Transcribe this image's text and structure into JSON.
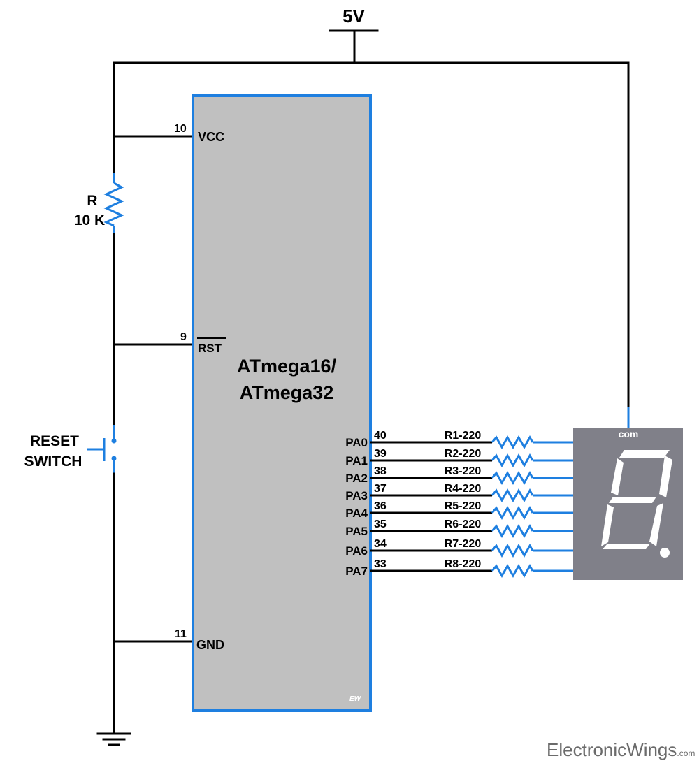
{
  "supply_label": "5V",
  "mcu": {
    "name_line1": "ATmega16/",
    "name_line2": "ATmega32",
    "watermark": "EW",
    "body_color": "#c0c0c0",
    "border_color": "#1e7fe0",
    "vcc": {
      "pin": "10",
      "label": "VCC"
    },
    "rst": {
      "pin": "9",
      "label": "RST"
    },
    "gnd": {
      "pin": "11",
      "label": "GND"
    }
  },
  "pull_up": {
    "name": "R",
    "value": "10 K"
  },
  "reset_switch": {
    "line1": "RESET",
    "line2": "SWITCH"
  },
  "port_rows": [
    {
      "port": "PA0",
      "pin": "40",
      "resistor": "R1-220",
      "segment": "a"
    },
    {
      "port": "PA1",
      "pin": "39",
      "resistor": "R2-220",
      "segment": "b"
    },
    {
      "port": "PA2",
      "pin": "38",
      "resistor": "R3-220",
      "segment": "c"
    },
    {
      "port": "PA3",
      "pin": "37",
      "resistor": "R4-220",
      "segment": "d"
    },
    {
      "port": "PA4",
      "pin": "36",
      "resistor": "R5-220",
      "segment": "e"
    },
    {
      "port": "PA5",
      "pin": "35",
      "resistor": "R6-220",
      "segment": "f"
    },
    {
      "port": "PA6",
      "pin": "34",
      "resistor": "R7-220",
      "segment": "g"
    },
    {
      "port": "PA7",
      "pin": "33",
      "resistor": "R8-220",
      "segment": "dp"
    }
  ],
  "display": {
    "common_label": "com",
    "body_color": "#808089"
  },
  "brand": {
    "name": "ElectronicWings",
    "suffix": ".com"
  }
}
